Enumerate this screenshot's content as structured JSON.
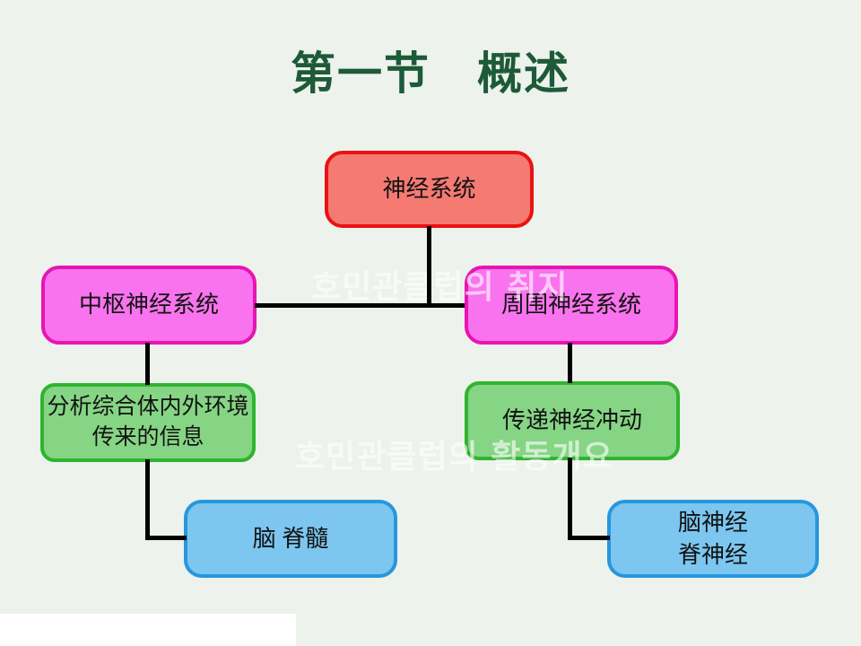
{
  "slide": {
    "background_color": "#EDF2EC",
    "title": {
      "text": "第一节　概述",
      "color": "#1D5A38"
    }
  },
  "watermarks": [
    {
      "text": "호민관클럽의 취지"
    },
    {
      "text": "호민관클럽의 활동개요"
    }
  ],
  "diagram": {
    "type": "flowchart",
    "line_color": "#000000",
    "nodes": [
      {
        "id": "nervous-system",
        "label": "神经系统",
        "fill": "#F57A72",
        "border": "#EA1212"
      },
      {
        "id": "central-nervous-system",
        "label": "中枢神经系统",
        "fill": "#F973EE",
        "border": "#E814B3"
      },
      {
        "id": "peripheral-nervous-system",
        "label": "周围神经系统",
        "fill": "#F973EE",
        "border": "#E814B3"
      },
      {
        "id": "cns-function",
        "label": "分析综合体内外环境\n传来的信息",
        "fill": "#86D585",
        "border": "#2FB42F"
      },
      {
        "id": "pns-function",
        "label": "传递神经冲动",
        "fill": "#86D585",
        "border": "#2FB42F"
      },
      {
        "id": "cns-parts",
        "label": "脑 脊髓",
        "fill": "#7CC6F0",
        "border": "#2797DD"
      },
      {
        "id": "pns-parts",
        "label": "脑神经\n脊神经",
        "fill": "#7CC6F0",
        "border": "#2797DD"
      }
    ],
    "edges": [
      {
        "from": "nervous-system",
        "to": "central-nervous-system"
      },
      {
        "from": "nervous-system",
        "to": "peripheral-nervous-system"
      },
      {
        "from": "central-nervous-system",
        "to": "cns-function"
      },
      {
        "from": "peripheral-nervous-system",
        "to": "pns-function"
      },
      {
        "from": "cns-function",
        "to": "cns-parts"
      },
      {
        "from": "pns-function",
        "to": "pns-parts"
      }
    ]
  }
}
